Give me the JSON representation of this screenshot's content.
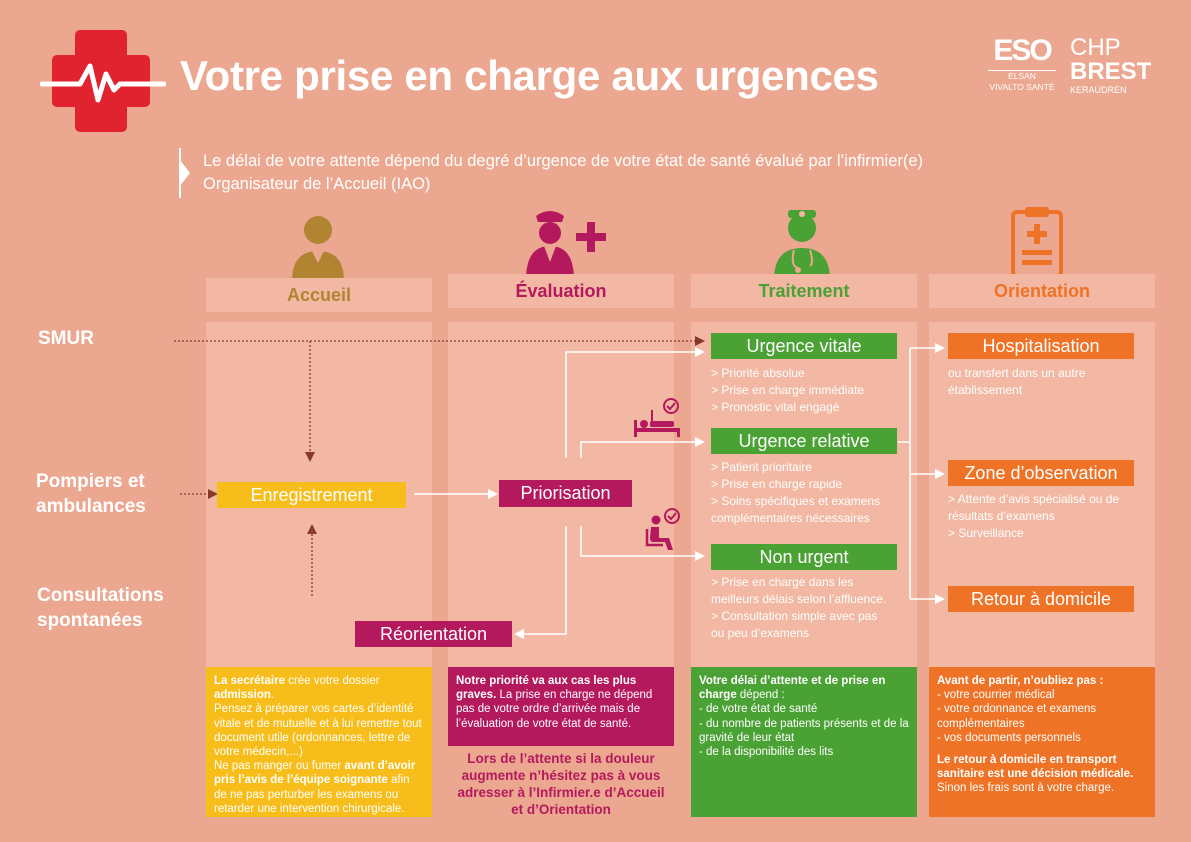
{
  "title": "Votre prise en charge aux urgences",
  "intro": {
    "line1": "Le délai de votre attente dépend du degré d’urgence de votre état de santé évalué par l’infirmier(e)",
    "line2": "Organisateur  de l’Accueil (IAO)"
  },
  "logos": {
    "elsan_mark": "ESO",
    "elsan_line1": "ELSAN",
    "elsan_line2": "VIVALTO SANTÉ",
    "chp_line1": "CHP",
    "chp_line2": "BREST",
    "chp_line3": "KERAUDREN"
  },
  "columns": {
    "accueil": "Accueil",
    "evaluation": "Évaluation",
    "traitement": "Traitement",
    "orientation": "Orientation"
  },
  "sources": {
    "smur": "SMUR",
    "pompiers_1": "Pompiers et",
    "pompiers_2": "ambulances",
    "consult_1": "Consultations",
    "consult_2": "spontanées"
  },
  "flow": {
    "enregistrement": "Enregistrement",
    "priorisation": "Priorisation",
    "reorientation": "Réorientation"
  },
  "traitement": {
    "vitale": {
      "title": "Urgence vitale",
      "items": [
        "> Priorité absolue",
        "> Prise en charge immédiate",
        "> Pronostic vital engagé"
      ]
    },
    "relative": {
      "title": "Urgence relative",
      "items": [
        "> Patient prioritaire",
        "> Prise en charge rapide",
        "> Soins spécifiques et examens",
        "complémentaires nécessaires"
      ]
    },
    "non_urgent": {
      "title": "Non urgent",
      "items": [
        "> Prise en charge dans les",
        "meilleurs délais selon l’affluence.",
        "> Consultation simple avec pas",
        "ou peu d’examens"
      ]
    }
  },
  "orientation": {
    "hospitalisation": {
      "title": "Hospitalisation",
      "items": [
        "ou transfert dans un autre",
        "établissement"
      ]
    },
    "observation": {
      "title": "Zone d’observation",
      "items": [
        "> Attente d’avis spécialisé ou de",
        "résultats d’examens",
        "> Surveillance"
      ]
    },
    "domicile": {
      "title": "Retour à domicile"
    }
  },
  "notes": {
    "accueil": {
      "b1": "La secrétaire",
      "t1": " crée votre dossier ",
      "b2": "admission",
      "t2": ".",
      "t3": "Pensez à préparer vos cartes d’identité vitale et de mutuelle et à lui remettre tout document utile (ordonnances, lettre de votre médecin,...)",
      "t4": "Ne pas manger ou fumer ",
      "b3": "avant d’avoir pris l’avis de l’équipe soignante",
      "t5": " afin de ne pas perturber les examens ou retarder une intervention chirurgicale."
    },
    "evaluation": {
      "b1": "Notre priorité va aux cas les plus graves.",
      "t1": " La prise en charge ne dépend pas de votre ordre d’arrivée mais de l’évaluation de votre état de santé.",
      "callout": "Lors de l’attente si la douleur augmente n’hésitez pas à vous adresser à l’Infirmier.e d’Accueil et d’Orientation"
    },
    "traitement": {
      "b1": "Votre délai d’attente et de prise en charge",
      "t1": " dépend :",
      "items": [
        "- de votre état de santé",
        "- du nombre de patients présents et de la gravité de leur état",
        "- de la disponibilité des lits"
      ]
    },
    "orientation": {
      "b1": "Avant de partir, n’oubliez pas :",
      "items": [
        "- votre courrier médical",
        "- votre ordonnance et examens complémentaires",
        "- vos documents personnels"
      ],
      "b2": "Le retour à domicile en transport sanitaire est une décision médicale.",
      "t1": " Sinon les frais sont à votre charge."
    }
  },
  "colors": {
    "background": "#eba78f",
    "panel": "#f2b8a3",
    "accueil": "#b08431",
    "evaluation": "#b5195d",
    "traitement": "#4aa134",
    "orientation": "#ee7326",
    "accueil_note": "#f7bd1a",
    "red_cross": "#e1232f"
  }
}
